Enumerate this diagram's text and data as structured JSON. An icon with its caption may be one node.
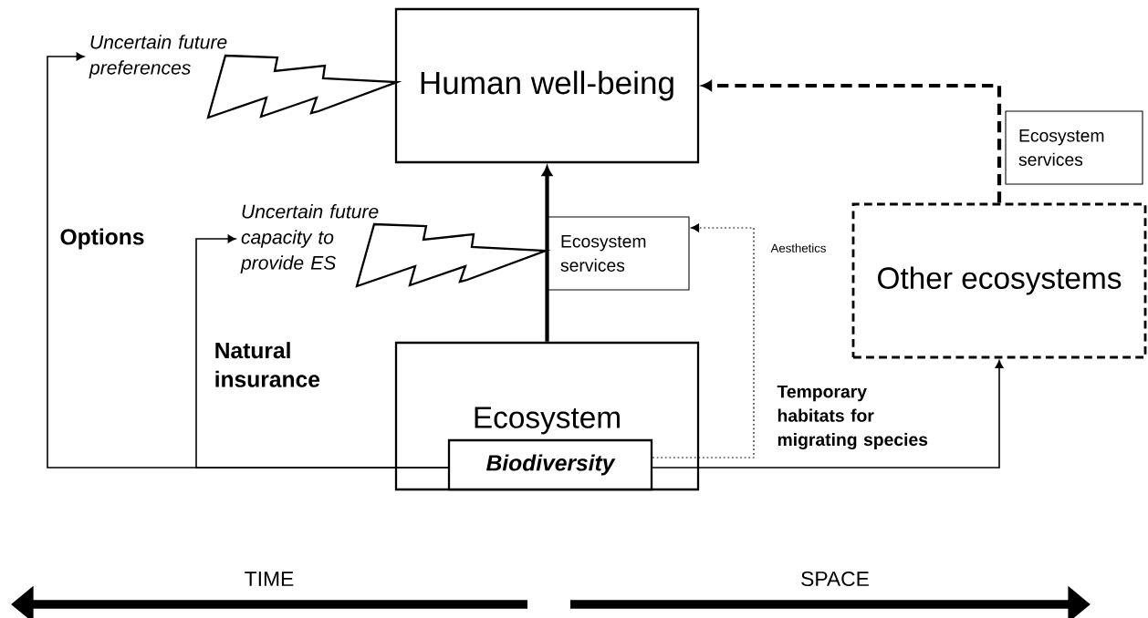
{
  "diagram": {
    "nodes": [
      {
        "text": [
          "Human well-being"
        ]
      },
      {
        "text": [
          "Ecosystem"
        ]
      },
      {
        "text": [
          "Biodiversity"
        ],
        "in": 1
      },
      {
        "text": [
          "Ecosystem services"
        ]
      },
      {
        "text": [
          "Other ecosystems"
        ]
      },
      {
        "text": [
          "Ecosystem services"
        ]
      },
      {
        "text": [
          "Uncertain future preferences"
        ]
      },
      {
        "text": [
          "Uncertain future capacity to provide ES"
        ]
      },
      {
        "text": [],
        "shape": "lightning"
      },
      {
        "text": [],
        "shape": "lightning"
      }
    ],
    "edges": [
      {
        "from": 2,
        "to": 6,
        "arrow": "to",
        "label": "Options"
      },
      {
        "from": 2,
        "to": 7,
        "arrow": "to",
        "label": "Natural insurance"
      },
      {
        "from": 1,
        "to": 0,
        "arrow": "to",
        "style": "thick"
      },
      {
        "from": 2,
        "to": 3,
        "arrow": "to",
        "style": "dashed",
        "label": "Aesthetics"
      },
      {
        "from": 2,
        "to": 4,
        "arrow": "to",
        "label": "Temporary habitats for migrating species"
      },
      {
        "from": 4,
        "to": 0,
        "arrow": "to",
        "style": "dashed"
      }
    ],
    "labels": [
      "TIME",
      "SPACE"
    ]
  }
}
